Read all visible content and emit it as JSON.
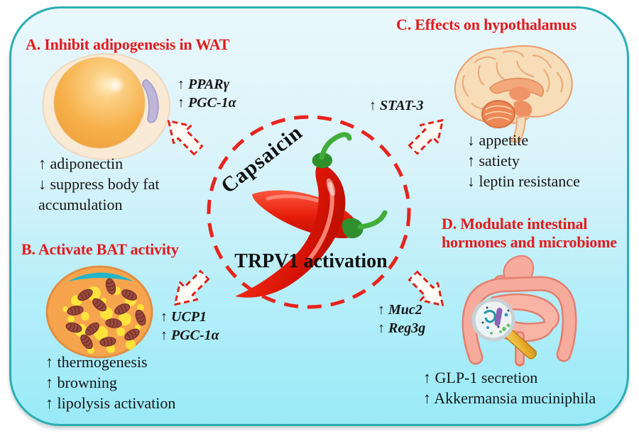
{
  "figure": {
    "colors": {
      "accent_red": "#e41a1c",
      "dashed_circle_red": "#e8231c",
      "panel_border_teal": "#2aafb4",
      "background_top": "#e9f8fd",
      "background_bottom": "#99eaf8",
      "text_black": "#161616"
    },
    "center": {
      "capsaicin_label": "Capsaicin",
      "trpv1_label": "TRPV1 activation",
      "icon": "chili-peppers-icon"
    },
    "sections": [
      {
        "id": "A",
        "title": "A. Inhibit adipogenesis in WAT",
        "icon": "white-adipocyte-illustration",
        "mediators": [
          "↑ PPARγ",
          "↑ PGC-1α"
        ],
        "effects": [
          "↑ adiponectin",
          "↓ suppress body fat accumulation"
        ]
      },
      {
        "id": "B",
        "title": "B. Activate BAT activity",
        "icon": "brown-adipocyte-illustration",
        "mediators": [
          "↑ UCP1",
          "↑ PGC-1α"
        ],
        "effects": [
          "↑ thermogenesis",
          "↑ browning",
          "↑ lipolysis activation"
        ]
      },
      {
        "id": "C",
        "title": "C. Effects on hypothalamus",
        "icon": "brain-illustration",
        "mediators": [
          "↑ STAT-3"
        ],
        "effects": [
          "↓ appetite",
          "↑ satiety",
          "↓ leptin resistance"
        ]
      },
      {
        "id": "D",
        "title": "D. Modulate intestinal hormones and microbiome",
        "icon": "intestine-magnifier-illustration",
        "mediators": [
          "↑ Muc2",
          "↑ Reg3g"
        ],
        "effects": [
          "↑ GLP-1 secretion",
          "↑ Akkermansia muciniphila"
        ]
      }
    ]
  }
}
